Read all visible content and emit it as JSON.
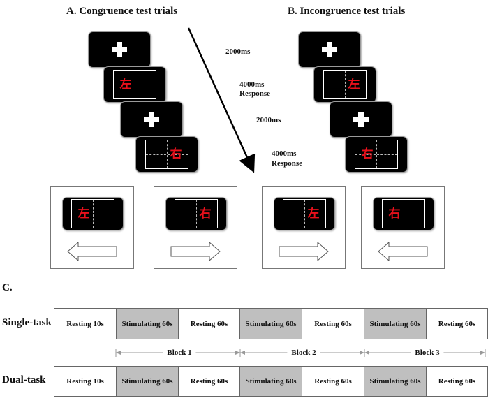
{
  "panel_a": {
    "title": "A.   Congruence test trials"
  },
  "panel_b": {
    "title": "B.   Incongruence test trials"
  },
  "timing": {
    "fixation_1": "2000ms",
    "stim_1_duration": "4000ms",
    "stim_1_label": "Response",
    "fixation_2": "2000ms",
    "stim_2_duration": "4000ms",
    "stim_2_label": "Response"
  },
  "stimuli": {
    "left_char": "左",
    "right_char": "右"
  },
  "panel_c": {
    "label": "C.",
    "rows": [
      {
        "name": "Single-task",
        "segments": [
          "Resting 10s",
          "Stimulating 60s",
          "Resting 60s",
          "Stimulating 60s",
          "Resting 60s",
          "Stimulating 60s",
          "Resting 60s"
        ]
      },
      {
        "name": "Dual-task",
        "segments": [
          "Resting 10s",
          "Stimulating 60s",
          "Resting 60s",
          "Stimulating 60s",
          "Resting 60s",
          "Stimulating 60s",
          "Resting 60s"
        ]
      }
    ],
    "blocks": [
      "Block 1",
      "Block 2",
      "Block 3"
    ]
  },
  "colors": {
    "character_red": "#e8101b",
    "stimulating_fill": "#bfbfbf",
    "screen_bg": "#000000"
  }
}
